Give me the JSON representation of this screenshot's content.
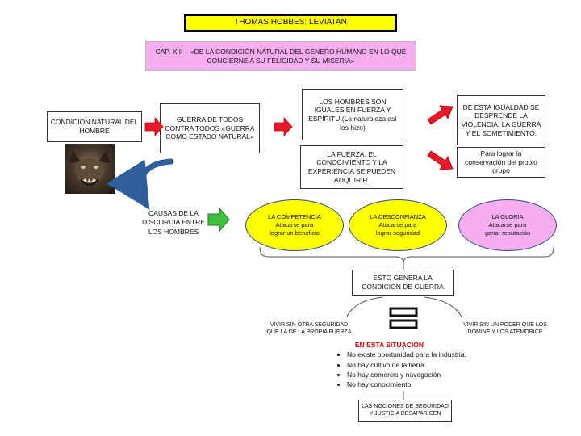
{
  "title": "THOMAS HOBBES: LEVIATAN",
  "chapter": "CAP. XIII – «DE LA CONDICIÓN NATURAL DEL GENERO HUMANO EN LO QUE CONCIERNE A SU FELICIDAD Y SU MISERIA»",
  "condicion_natural": "CONDICION NATURAL DEL HOMBRE",
  "guerra_todos": "GUERRA DE TODOS CONTRA TODOS «GUERRA COMO ESTADO NATURAL»",
  "hombres_iguales": "LOS HOMBRES SON IGUALES EN FUERZA Y ESPÍRITU (La naturaleza así los hizo)",
  "igualdad_desprende": "DE ESTA IGUALDAD SE DESPRENDE LA VIOLENCIA, LA GUERRA Y EL SOMETIMIENTO.",
  "fuerza_conocimiento": "LA FUERZA, EL CONOCIMIENTO Y LA EXPERIENCIA SE PUEDEN ADQUIRIR.",
  "conservacion": "Para lograr la conservación del propio grupo",
  "causas_discordia": "CAUSAS DE LA DISCORDIA ENTRE LOS HOMBRES",
  "competencia": {
    "title": "LA COMPETENCIA",
    "line1": "Atacarse para",
    "line2": "lograr un beneficio"
  },
  "desconfianza": {
    "title": "LA DESCONFIANZA",
    "line1": "Atacarse para",
    "line2": "lograr seguridad"
  },
  "gloria": {
    "title": "LA GLORIA",
    "line1": "Atacarse para",
    "line2": "ganar reputación"
  },
  "genera_guerra": "ESTO GENERA LA CONDICION DE GUERRA",
  "vivir_sin_seguridad": "VIVIR SIN OTRA SEGURIDAD QUE LA DE LA PROPIA FUERZA",
  "vivir_sin_poder": "VIVIR SIN UN PODER QUE LOS DOMINE Y LOS ATEMORICE",
  "situacion": {
    "heading": "EN ESTA SITUACIÓN",
    "items": [
      "No existe oportunidad para la industria.",
      "No hay cultivo de la tierra",
      "No hay comercio y navegación",
      "No hay conocimiento"
    ]
  },
  "nociones": "LAS NOCIONES DE SEGURIDAD Y JUSTICIA DESAPARICEN",
  "colors": {
    "title_fill": "#ffff00",
    "chapter_fill": "#f7aef0",
    "ellipse_fill": "#ffff00",
    "ellipse_border": "#2a4f8a",
    "arrow_red": "#e8192c",
    "arrow_green": "#3cc23c",
    "curve_blue": "#2f5f9a"
  },
  "icons": [
    "wolf-image",
    "red-arrow-icon",
    "green-arrow-icon",
    "curved-arrow-icon",
    "equals-icon",
    "brace-connector"
  ]
}
